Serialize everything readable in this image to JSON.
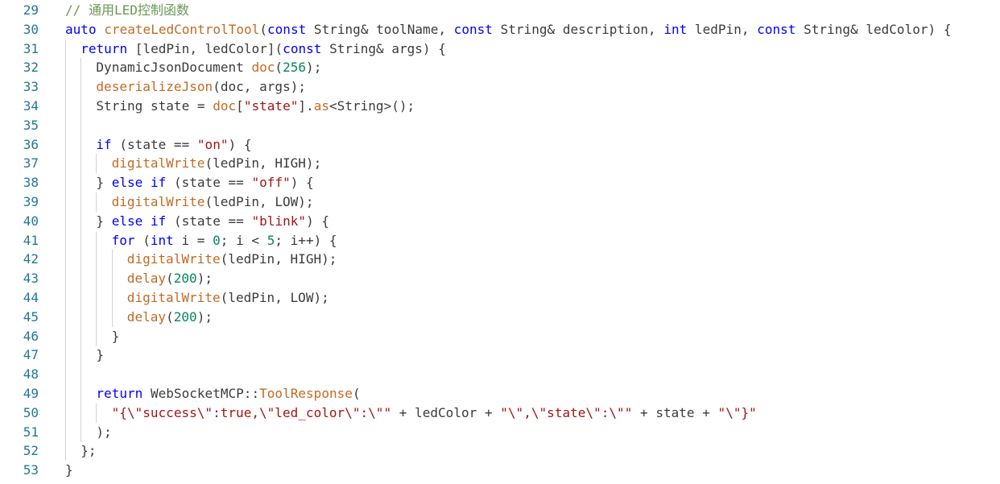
{
  "editor": {
    "language": "C++ (Arduino)",
    "colors": {
      "background": "#ffffff",
      "line_number": "#237893",
      "comment": "#008000",
      "keyword": "#0000ff",
      "function": "#c36a24",
      "string": "#a31515",
      "number": "#098658",
      "plain": "#3b3b3b"
    },
    "lines": [
      {
        "n": "29",
        "indent": 0,
        "tokens": [
          [
            "comment",
            "// 通用LED控制函数"
          ]
        ]
      },
      {
        "n": "30",
        "indent": 0,
        "tokens": [
          [
            "kw",
            "auto"
          ],
          [
            "plain",
            " "
          ],
          [
            "fn",
            "createLedControlTool"
          ],
          [
            "plain",
            "("
          ],
          [
            "kw",
            "const"
          ],
          [
            "plain",
            " String& toolName, "
          ],
          [
            "kw",
            "const"
          ],
          [
            "plain",
            " String& description, "
          ],
          [
            "kw",
            "int"
          ],
          [
            "plain",
            " ledPin, "
          ],
          [
            "kw",
            "const"
          ],
          [
            "plain",
            " String& ledColor) {"
          ]
        ]
      },
      {
        "n": "31",
        "indent": 1,
        "tokens": [
          [
            "kw",
            "return"
          ],
          [
            "plain",
            " [ledPin, ledColor]("
          ],
          [
            "kw",
            "const"
          ],
          [
            "plain",
            " String& args) {"
          ]
        ]
      },
      {
        "n": "32",
        "indent": 2,
        "tokens": [
          [
            "plain",
            "DynamicJsonDocument "
          ],
          [
            "fn",
            "doc"
          ],
          [
            "plain",
            "("
          ],
          [
            "num",
            "256"
          ],
          [
            "plain",
            ");"
          ]
        ]
      },
      {
        "n": "33",
        "indent": 2,
        "tokens": [
          [
            "fn",
            "deserializeJson"
          ],
          [
            "plain",
            "(doc, args);"
          ]
        ]
      },
      {
        "n": "34",
        "indent": 2,
        "tokens": [
          [
            "plain",
            "String state = "
          ],
          [
            "fn",
            "doc"
          ],
          [
            "plain",
            "["
          ],
          [
            "str",
            "\"state\""
          ],
          [
            "plain",
            "]."
          ],
          [
            "fn",
            "as"
          ],
          [
            "plain",
            "<String>();"
          ]
        ]
      },
      {
        "n": "35",
        "indent": 2,
        "tokens": []
      },
      {
        "n": "36",
        "indent": 2,
        "tokens": [
          [
            "kw",
            "if"
          ],
          [
            "plain",
            " (state == "
          ],
          [
            "str",
            "\"on\""
          ],
          [
            "plain",
            ") {"
          ]
        ]
      },
      {
        "n": "37",
        "indent": 3,
        "tokens": [
          [
            "fn",
            "digitalWrite"
          ],
          [
            "plain",
            "(ledPin, HIGH);"
          ]
        ]
      },
      {
        "n": "38",
        "indent": 2,
        "tokens": [
          [
            "plain",
            "} "
          ],
          [
            "kw",
            "else"
          ],
          [
            "plain",
            " "
          ],
          [
            "kw",
            "if"
          ],
          [
            "plain",
            " (state == "
          ],
          [
            "str",
            "\"off\""
          ],
          [
            "plain",
            ") {"
          ]
        ]
      },
      {
        "n": "39",
        "indent": 3,
        "tokens": [
          [
            "fn",
            "digitalWrite"
          ],
          [
            "plain",
            "(ledPin, LOW);"
          ]
        ]
      },
      {
        "n": "40",
        "indent": 2,
        "tokens": [
          [
            "plain",
            "} "
          ],
          [
            "kw",
            "else"
          ],
          [
            "plain",
            " "
          ],
          [
            "kw",
            "if"
          ],
          [
            "plain",
            " (state == "
          ],
          [
            "str",
            "\"blink\""
          ],
          [
            "plain",
            ") {"
          ]
        ]
      },
      {
        "n": "41",
        "indent": 3,
        "tokens": [
          [
            "kw",
            "for"
          ],
          [
            "plain",
            " ("
          ],
          [
            "kw",
            "int"
          ],
          [
            "plain",
            " i = "
          ],
          [
            "num",
            "0"
          ],
          [
            "plain",
            "; i < "
          ],
          [
            "num",
            "5"
          ],
          [
            "plain",
            "; i++) {"
          ]
        ]
      },
      {
        "n": "42",
        "indent": 4,
        "tokens": [
          [
            "fn",
            "digitalWrite"
          ],
          [
            "plain",
            "(ledPin, HIGH);"
          ]
        ]
      },
      {
        "n": "43",
        "indent": 4,
        "tokens": [
          [
            "fn",
            "delay"
          ],
          [
            "plain",
            "("
          ],
          [
            "num",
            "200"
          ],
          [
            "plain",
            ");"
          ]
        ]
      },
      {
        "n": "44",
        "indent": 4,
        "tokens": [
          [
            "fn",
            "digitalWrite"
          ],
          [
            "plain",
            "(ledPin, LOW);"
          ]
        ]
      },
      {
        "n": "45",
        "indent": 4,
        "tokens": [
          [
            "fn",
            "delay"
          ],
          [
            "plain",
            "("
          ],
          [
            "num",
            "200"
          ],
          [
            "plain",
            ");"
          ]
        ]
      },
      {
        "n": "46",
        "indent": 3,
        "tokens": [
          [
            "plain",
            "}"
          ]
        ]
      },
      {
        "n": "47",
        "indent": 2,
        "tokens": [
          [
            "plain",
            "}"
          ]
        ]
      },
      {
        "n": "48",
        "indent": 2,
        "tokens": []
      },
      {
        "n": "49",
        "indent": 2,
        "tokens": [
          [
            "kw",
            "return"
          ],
          [
            "plain",
            " WebSocketMCP::"
          ],
          [
            "fn",
            "ToolResponse"
          ],
          [
            "plain",
            "("
          ]
        ]
      },
      {
        "n": "50",
        "indent": 3,
        "tokens": [
          [
            "str",
            "\"{\\\"success\\\":true,\\\"led_color\\\":\\\"\""
          ],
          [
            "plain",
            " + ledColor + "
          ],
          [
            "str",
            "\"\\\",\\\"state\\\":\\\"\""
          ],
          [
            "plain",
            " + state + "
          ],
          [
            "str",
            "\"\\\"}\""
          ]
        ]
      },
      {
        "n": "51",
        "indent": 2,
        "tokens": [
          [
            "plain",
            ");"
          ]
        ]
      },
      {
        "n": "52",
        "indent": 1,
        "tokens": [
          [
            "plain",
            "};"
          ]
        ]
      },
      {
        "n": "53",
        "indent": 0,
        "tokens": [
          [
            "plain",
            "}"
          ]
        ]
      }
    ]
  }
}
